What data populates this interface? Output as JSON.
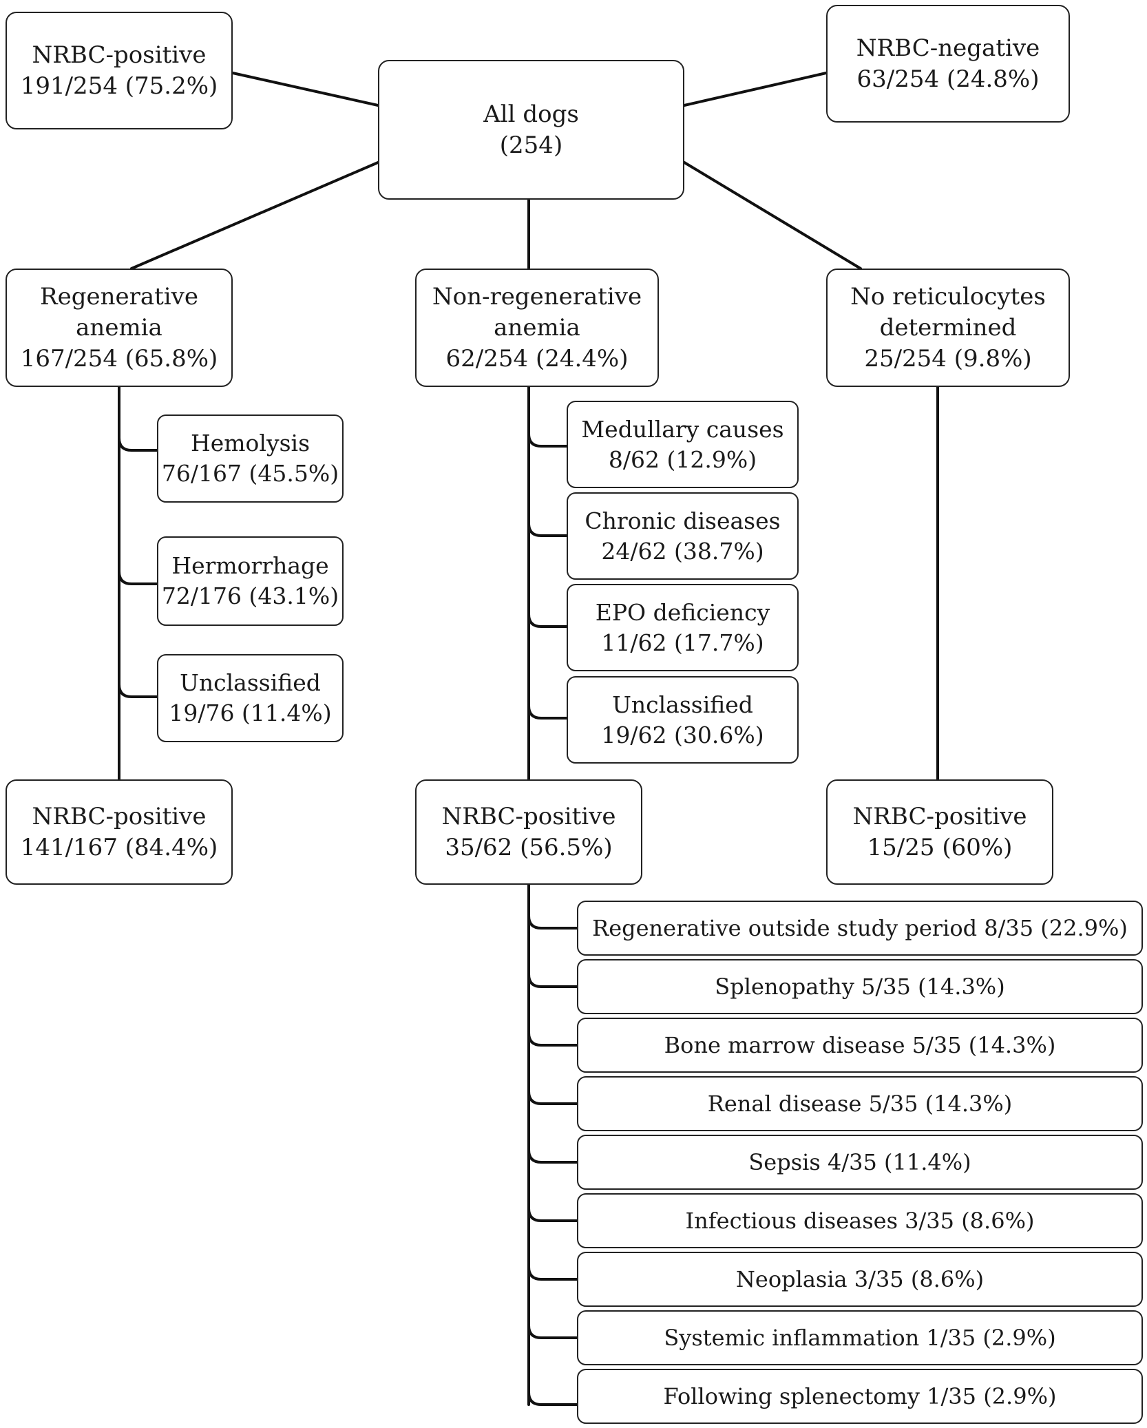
{
  "nodes": {
    "nrbc_positive_all": {
      "line1": "NRBC-positive",
      "line2": "191/254 (75.2%)"
    },
    "all_dogs": {
      "line1": "All dogs",
      "line2": "(254)"
    },
    "nrbc_negative_all": {
      "line1": "NRBC-negative",
      "line2": "63/254 (24.8%)"
    },
    "regenerative": {
      "line1": "Regenerative",
      "line2": "anemia",
      "line3": "167/254 (65.8%)"
    },
    "non_regenerative": {
      "line1": "Non-regenerative",
      "line2": "anemia",
      "line3": "62/254 (24.4%)"
    },
    "no_reticulocytes": {
      "line1": "No reticulocytes",
      "line2": "determined",
      "line3": "25/254 (9.8%)"
    },
    "hemolysis": {
      "line1": "Hemolysis",
      "line2": "76/167 (45.5%)"
    },
    "hemorrhage": {
      "line1": "Hermorrhage",
      "line2": "72/176 (43.1%)"
    },
    "unclassified_regen": {
      "line1": "Unclassified",
      "line2": "19/76 (11.4%)"
    },
    "medullary": {
      "line1": "Medullary causes",
      "line2": "8/62 (12.9%)"
    },
    "chronic": {
      "line1": "Chronic diseases",
      "line2": "24/62 (38.7%)"
    },
    "epo": {
      "line1": "EPO deficiency",
      "line2": "11/62 (17.7%)"
    },
    "unclassified_nonregen": {
      "line1": "Unclassified",
      "line2": "19/62 (30.6%)"
    },
    "nrbc_pos_regen": {
      "line1": "NRBC-positive",
      "line2": "141/167 (84.4%)"
    },
    "nrbc_pos_nonregen": {
      "line1": "NRBC-positive",
      "line2": "35/62 (56.5%)"
    },
    "nrbc_pos_noretic": {
      "line1": "NRBC-positive",
      "line2": "15/25 (60%)"
    }
  },
  "causes": [
    "Regenerative outside study period 8/35 (22.9%)",
    "Splenopathy 5/35 (14.3%)",
    "Bone marrow disease 5/35 (14.3%)",
    "Renal disease 5/35 (14.3%)",
    "Sepsis 4/35 (11.4%)",
    "Infectious diseases 3/35 (8.6%)",
    "Neoplasia 3/35 (8.6%)",
    "Systemic inflammation 1/35 (2.9%)",
    "Following splenectomy 1/35 (2.9%)"
  ]
}
